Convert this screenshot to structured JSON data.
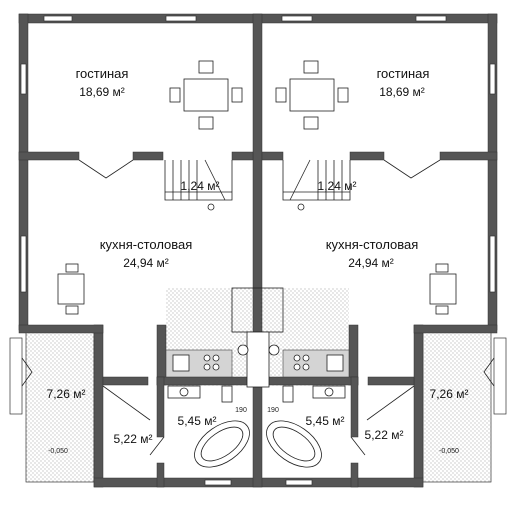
{
  "plan": {
    "rooms": [
      {
        "id": "living-left",
        "name": "гостиная",
        "area": "18,69 м²"
      },
      {
        "id": "living-right",
        "name": "гостиная",
        "area": "18,69 м²"
      },
      {
        "id": "stair-left",
        "name": "",
        "area": "1,24 м²"
      },
      {
        "id": "stair-right",
        "name": "",
        "area": "1,24 м²"
      },
      {
        "id": "kitchen-left",
        "name": "кухня-столовая",
        "area": "24,94 м²"
      },
      {
        "id": "kitchen-right",
        "name": "кухня-столовая",
        "area": "24,94 м²"
      },
      {
        "id": "porch-left",
        "name": "",
        "area": "7,26 м²"
      },
      {
        "id": "porch-right",
        "name": "",
        "area": "7,26 м²"
      },
      {
        "id": "bath-left",
        "name": "",
        "area": "5,45 м²"
      },
      {
        "id": "bath-right",
        "name": "",
        "area": "5,45 м²"
      },
      {
        "id": "hall-left",
        "name": "",
        "area": "5,22 м²"
      },
      {
        "id": "hall-right",
        "name": "",
        "area": "5,22 м²"
      }
    ],
    "dimension_left": "190",
    "dimension_right": "190",
    "level_left": "-0,050",
    "level_right": "-0,050"
  }
}
